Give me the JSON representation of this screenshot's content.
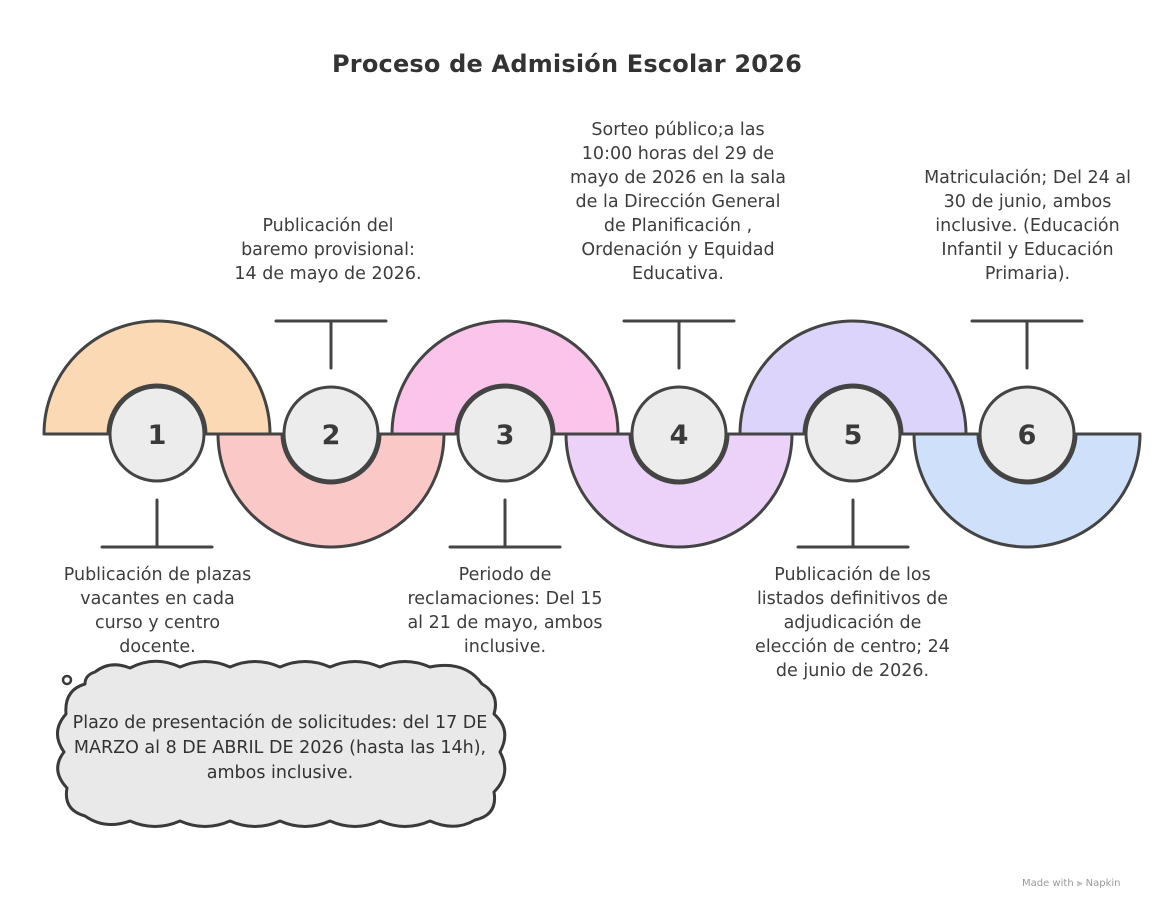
{
  "title": "Proceso de Admisión Escolar 2026",
  "steps": [
    {
      "number": "1",
      "text": "Publicación de plazas vacantes en cada curso y centro docente.",
      "color": "#fbd9b4"
    },
    {
      "number": "2",
      "text": "Publicación del baremo provisional: 14 de mayo de 2026.",
      "color": "#fbc8c8"
    },
    {
      "number": "3",
      "text": "Periodo de reclamaciones: Del 15 al 21 de mayo, ambos inclusive.",
      "color": "#fbc4ea"
    },
    {
      "number": "4",
      "text": "Sorteo público;a las 10:00 horas del 29 de mayo de 2026 en la sala de la Dirección General de Planificación , Ordenación y Equidad Educativa.",
      "color": "#ecd2f8"
    },
    {
      "number": "5",
      "text": "Publicación de los listados definitivos de adjudicación de elección de centro; 24 de junio de 2026.",
      "color": "#dcd4fa"
    },
    {
      "number": "6",
      "text": "Matriculación; Del 24 al 30 de junio, ambos inclusive. (Educación Infantil y Educación Primaria).",
      "color": "#cfe0fb"
    }
  ],
  "note": "Plazo de presentación de solicitudes: del 17 DE MARZO al 8 DE ABRIL DE 2026 (hasta las 14h), ambos inclusive.",
  "credit": "Made with ⫸ Napkin"
}
